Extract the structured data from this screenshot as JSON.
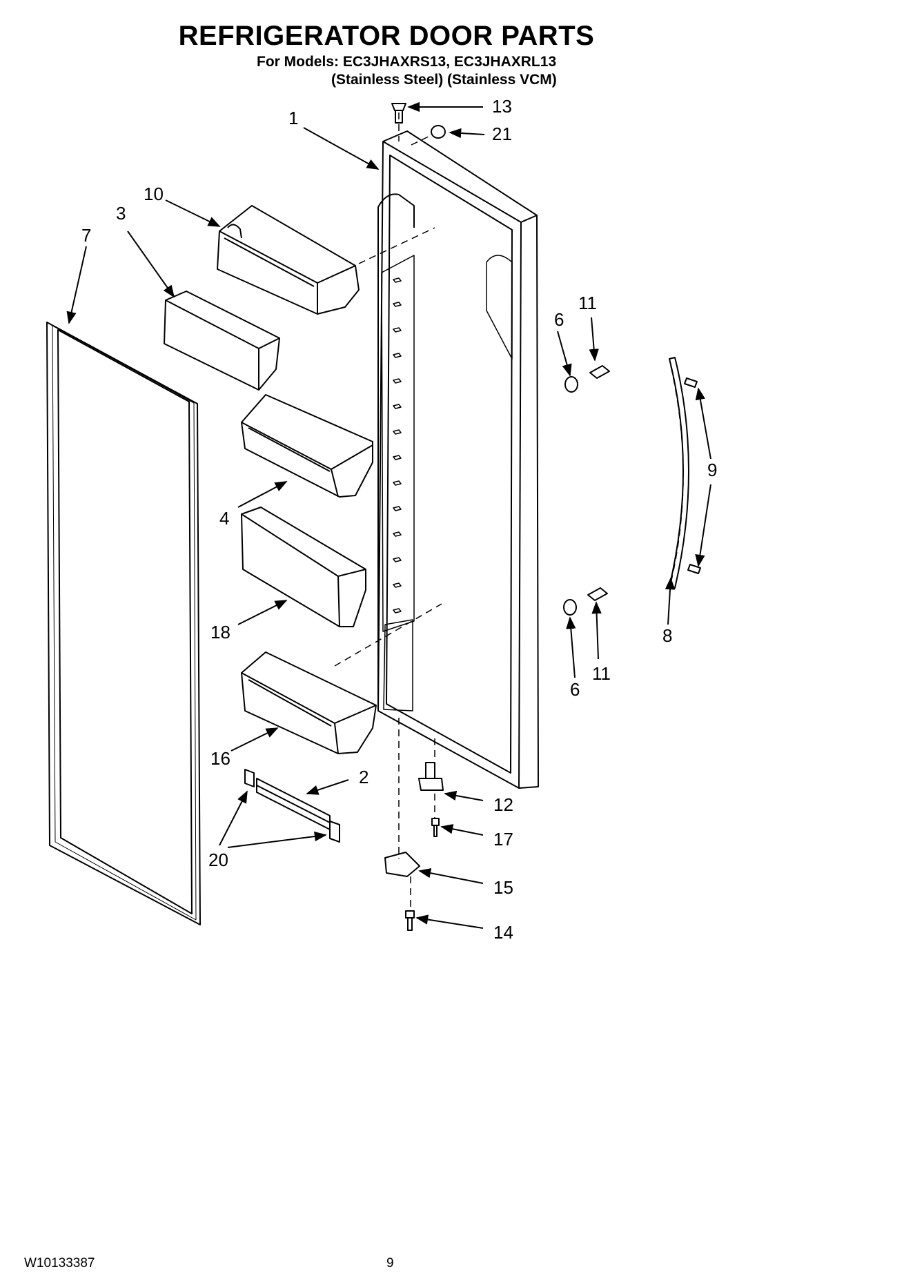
{
  "header": {
    "title": "REFRIGERATOR DOOR PARTS",
    "models_line": "For Models: EC3JHAXRS13, EC3JHAXRL13",
    "finish_line": "(Stainless Steel) (Stainless VCM)"
  },
  "callouts": {
    "c1": "1",
    "c2": "2",
    "c3": "3",
    "c4": "4",
    "c6a": "6",
    "c6b": "6",
    "c7": "7",
    "c8": "8",
    "c9": "9",
    "c10": "10",
    "c11a": "11",
    "c11b": "11",
    "c12": "12",
    "c13": "13",
    "c14": "14",
    "c15": "15",
    "c16": "16",
    "c17": "17",
    "c18": "18",
    "c20": "20",
    "c21": "21"
  },
  "footer": {
    "doc_number": "W10133387",
    "page_number": "9"
  }
}
